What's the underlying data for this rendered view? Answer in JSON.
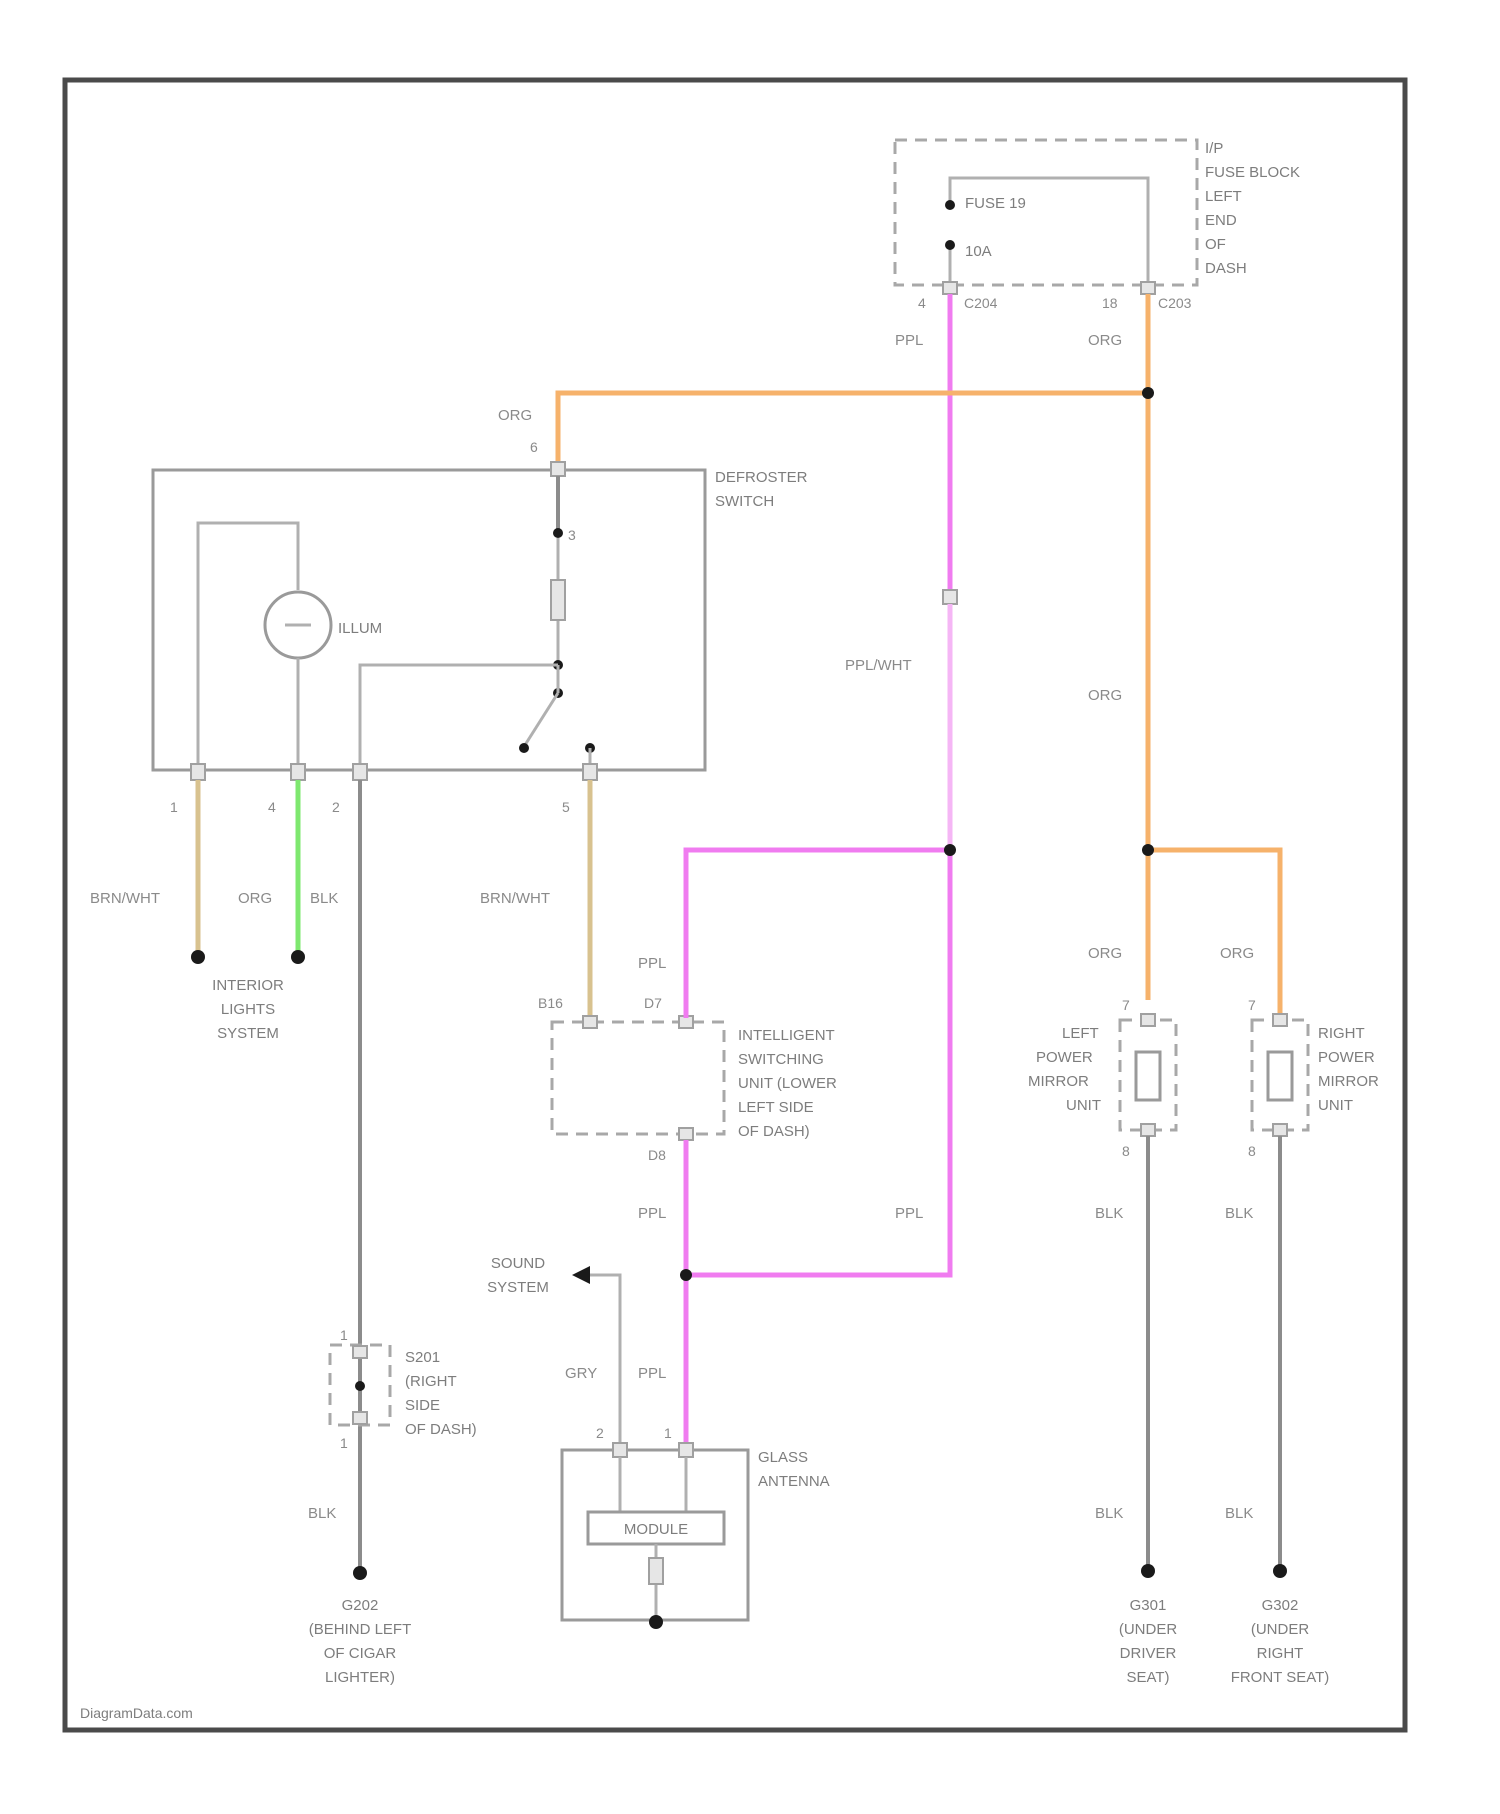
{
  "watermark": "DiagramData.com",
  "components": {
    "ip_fuse_block": {
      "label_lines": [
        "I/P",
        "FUSE BLOCK",
        "LEFT",
        "END",
        "OF",
        "DASH"
      ],
      "fuse": "FUSE 19",
      "amps": "10A"
    },
    "defroster_switch": {
      "label_lines": [
        "DEFROSTER",
        "SWITCH"
      ],
      "illum": "ILLUM"
    },
    "interior_lights": {
      "label_lines": [
        "INTERIOR",
        "LIGHTS",
        "SYSTEM"
      ]
    },
    "isu": {
      "label_lines": [
        "INTELLIGENT",
        "SWITCHING",
        "UNIT (LOWER",
        "LEFT SIDE",
        "OF DASH)"
      ]
    },
    "sound_system": {
      "label_lines": [
        "SOUND",
        "SYSTEM"
      ]
    },
    "s201": {
      "label_lines": [
        "S201",
        "(RIGHT",
        "SIDE",
        "OF DASH)"
      ]
    },
    "glass_antenna": {
      "label_lines": [
        "GLASS",
        "ANTENNA"
      ],
      "module": "MODULE"
    },
    "left_mirror": {
      "label_lines": [
        "LEFT",
        "POWER",
        "MIRROR",
        "UNIT"
      ]
    },
    "right_mirror": {
      "label_lines": [
        "RIGHT",
        "POWER",
        "MIRROR",
        "UNIT"
      ]
    },
    "g202": {
      "label_lines": [
        "G202",
        "(BEHIND LEFT",
        "OF CIGAR",
        "LIGHTER)"
      ]
    },
    "g301": {
      "label_lines": [
        "G301",
        "(UNDER",
        "DRIVER",
        "SEAT)"
      ]
    },
    "g302": {
      "label_lines": [
        "G302",
        "(UNDER",
        "RIGHT",
        "FRONT SEAT)"
      ]
    }
  },
  "connectors": {
    "c204": "C204",
    "c203": "C203"
  },
  "pins": {
    "fuse_out": "4",
    "fuse_out2": "18",
    "def_top": "6",
    "def_inner": "3",
    "def_1": "1",
    "def_4": "4",
    "def_2": "2",
    "def_5": "5",
    "isu_b16": "B16",
    "isu_d7": "D7",
    "isu_d8": "D8",
    "ant_2": "2",
    "ant_1": "1",
    "s201_top": "1",
    "s201_bot": "1",
    "lm_top": "7",
    "lm_bot": "8",
    "rm_top": "7",
    "rm_bot": "8"
  },
  "wire_labels": {
    "ppl_top": "PPL",
    "org_top": "ORG",
    "org_def": "ORG",
    "ppl_wht": "PPL/WHT",
    "org_mid": "ORG",
    "brn_wht_1": "BRN/WHT",
    "org_blk": "ORG",
    "blk_org": "BLK",
    "brn_wht_5": "BRN/WHT",
    "ppl_isu": "PPL",
    "org_lm": "ORG",
    "org_rm": "ORG",
    "ppl_isu_low": "PPL",
    "ppl_right": "PPL",
    "blk_lm": "BLK",
    "blk_rm": "BLK",
    "gry": "GRY",
    "ppl_ant": "PPL",
    "blk_s201": "BLK",
    "blk_lm_low": "BLK",
    "blk_rm_low": "BLK"
  }
}
